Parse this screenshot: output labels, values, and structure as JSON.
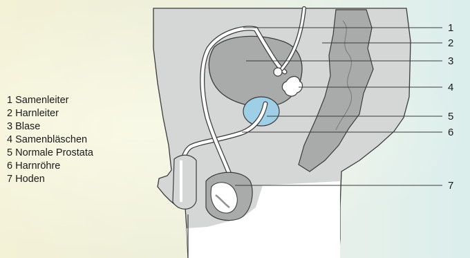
{
  "legend": [
    "1 Samenleiter",
    "2 Harnleiter",
    "3 Blase",
    "4 Samenbläschen",
    "5 Normale Prostata",
    "6 Harnröhre",
    "7 Hoden"
  ],
  "callouts": [
    "1",
    "2",
    "3",
    "4",
    "5",
    "6",
    "7"
  ],
  "colors": {
    "body_gray": "#d5d6d6",
    "organ_gray": "#a9aaaa",
    "dark_gray": "#8f9090",
    "prostate_blue": "#9fcfe6",
    "outline": "#3b3b3b"
  }
}
